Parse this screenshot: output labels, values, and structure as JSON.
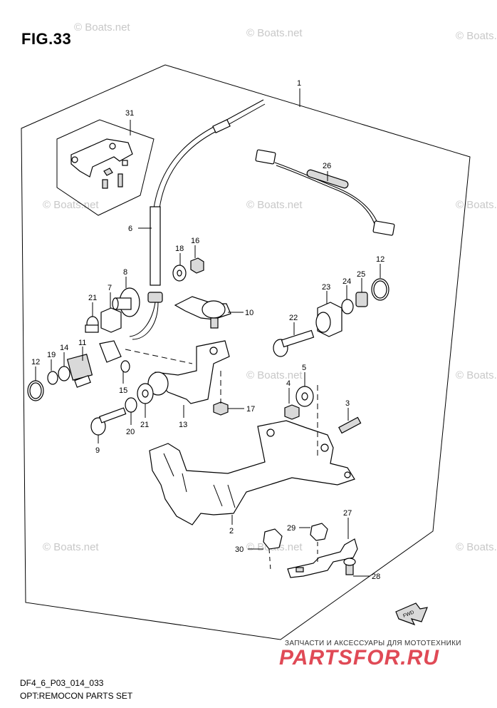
{
  "figure": {
    "title": "FIG.33",
    "code": "DF4_6_P03_014_033",
    "name": "OPT:REMOCON PARTS SET",
    "watermark": "© Boats.net",
    "direction_tag": "FWD",
    "promo_caption": "ЗАПЧАСТИ И АКСЕССУАРЫ ДЛЯ МОТОТЕХНИКИ",
    "promo_logo": "PARTSFOR.RU"
  },
  "callouts": [
    {
      "id": "c1",
      "text": "1"
    },
    {
      "id": "c31",
      "text": "31"
    },
    {
      "id": "c26",
      "text": "26"
    },
    {
      "id": "c6",
      "text": "6"
    },
    {
      "id": "c18",
      "text": "18"
    },
    {
      "id": "c16",
      "text": "16"
    },
    {
      "id": "c8",
      "text": "8"
    },
    {
      "id": "c12r",
      "text": "12"
    },
    {
      "id": "c25",
      "text": "25"
    },
    {
      "id": "c24",
      "text": "24"
    },
    {
      "id": "c23",
      "text": "23"
    },
    {
      "id": "c21a",
      "text": "21"
    },
    {
      "id": "c7",
      "text": "7"
    },
    {
      "id": "c10",
      "text": "10"
    },
    {
      "id": "c22",
      "text": "22"
    },
    {
      "id": "c12l",
      "text": "12"
    },
    {
      "id": "c19",
      "text": "19"
    },
    {
      "id": "c14",
      "text": "14"
    },
    {
      "id": "c11",
      "text": "11"
    },
    {
      "id": "c15",
      "text": "15"
    },
    {
      "id": "c5",
      "text": "5"
    },
    {
      "id": "c4",
      "text": "4"
    },
    {
      "id": "c17",
      "text": "17"
    },
    {
      "id": "c3",
      "text": "3"
    },
    {
      "id": "c20",
      "text": "20"
    },
    {
      "id": "c21b",
      "text": "21"
    },
    {
      "id": "c13",
      "text": "13"
    },
    {
      "id": "c9",
      "text": "9"
    },
    {
      "id": "c2",
      "text": "2"
    },
    {
      "id": "c27",
      "text": "27"
    },
    {
      "id": "c29",
      "text": "29"
    },
    {
      "id": "c30",
      "text": "30"
    },
    {
      "id": "c28",
      "text": "28"
    }
  ]
}
